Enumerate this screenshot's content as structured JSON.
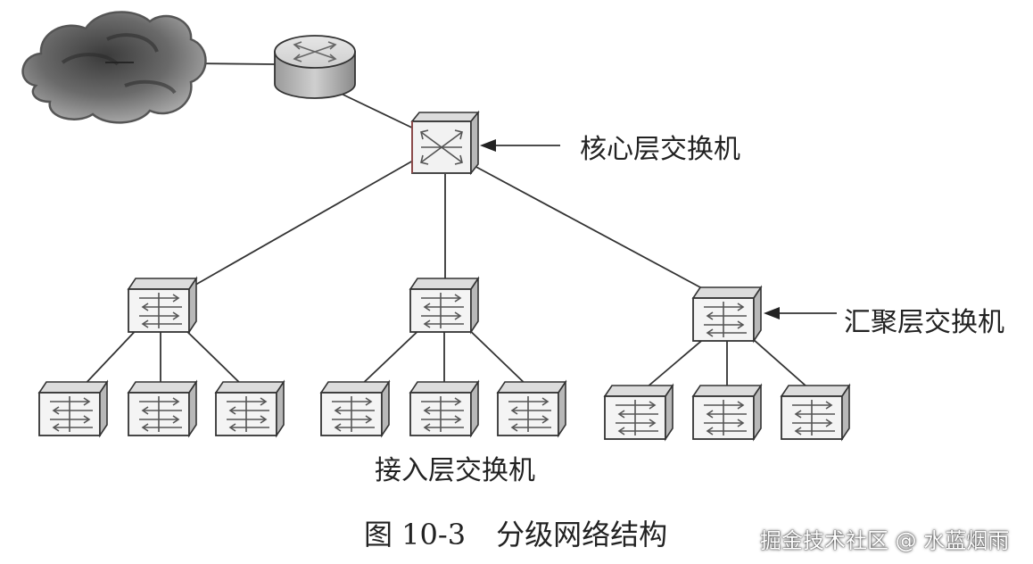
{
  "labels": {
    "core": "核心层交换机",
    "aggregation": "汇聚层交换机",
    "access": "接入层交换机"
  },
  "caption": {
    "number": "图 10-3",
    "title": "分级网络结构"
  },
  "watermark": "掘金技术社区 @ 水蓝烟雨",
  "nodes": {
    "cloud": "internet-cloud-icon",
    "router": "router-icon",
    "core": "core-switch-icon",
    "aggregation": [
      "aggregation-switch-icon",
      "aggregation-switch-icon",
      "aggregation-switch-icon"
    ],
    "access": [
      "access-switch-icon",
      "access-switch-icon",
      "access-switch-icon",
      "access-switch-icon",
      "access-switch-icon",
      "access-switch-icon",
      "access-switch-icon",
      "access-switch-icon",
      "access-switch-icon"
    ]
  },
  "colors": {
    "line": "#333333",
    "device_face": "#f2f2f2",
    "device_side": "#c9c9c9",
    "text": "#222222"
  }
}
